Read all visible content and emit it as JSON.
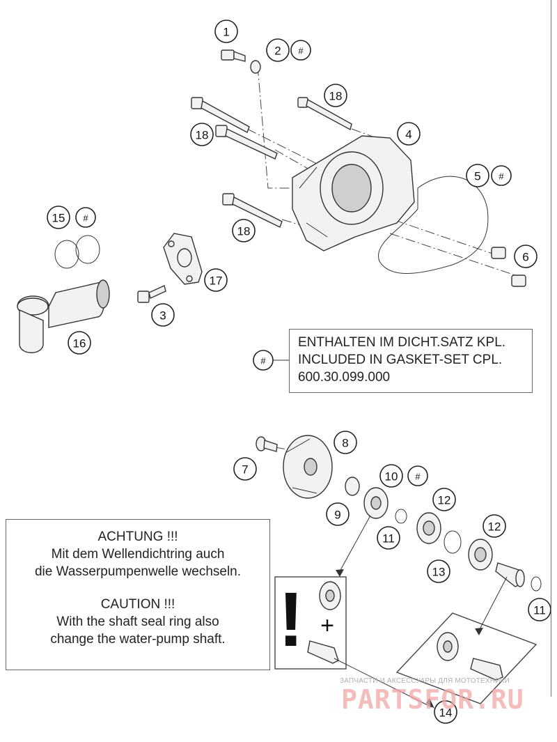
{
  "callouts": [
    "1",
    "2",
    "3",
    "4",
    "5",
    "6",
    "7",
    "8",
    "9",
    "10",
    "11",
    "12",
    "13",
    "14",
    "15",
    "16",
    "17",
    "18"
  ],
  "hash_marker": "#",
  "gasket_note": {
    "line1": "ENTHALTEN IM DICHT.SATZ KPL.",
    "line2": "INCLUDED IN GASKET-SET CPL.",
    "line3": "600.30.099.000"
  },
  "caution_note": {
    "de_title": "ACHTUNG !!!",
    "de_line1": "Mit dem Wellendichtring auch",
    "de_line2": "die Wasserpumpenwelle wechseln.",
    "en_title": "CAUTION !!!",
    "en_line1": "With the shaft seal ring also",
    "en_line2": "change the water-pump shaft."
  },
  "warning_box": {
    "exclamation": "!",
    "plus": "+"
  },
  "watermark": {
    "caption": "ЗАПЧАСТИ И АКСЕССУАРЫ ДЛЯ МОТОТЕХНИКИ",
    "brand": "PARTSFOR.RU"
  },
  "colors": {
    "line": "#333333",
    "watermark": "#f2a6a6",
    "edge_line": "#e04040"
  }
}
